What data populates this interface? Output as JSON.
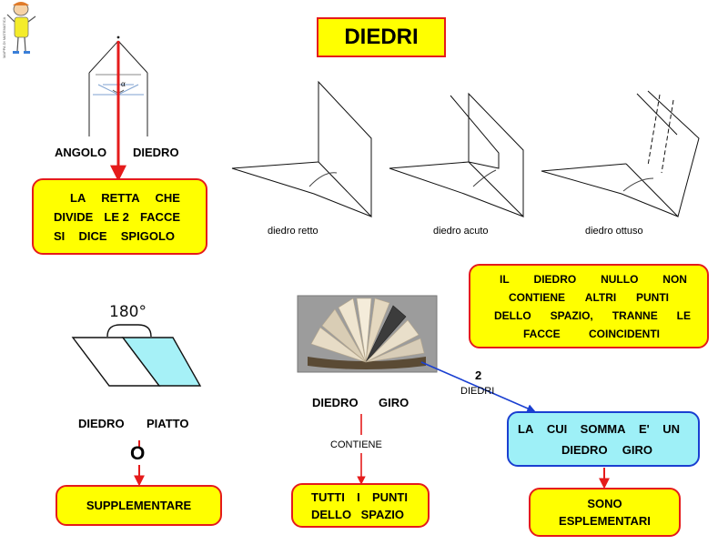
{
  "title": "DIEDRI",
  "corner_text": "MAPPA DI MATEMATICA",
  "angolo_label": {
    "left": "ANGOLO",
    "right": "DIEDRO"
  },
  "alpha_symbol": "α",
  "spigolo_box": {
    "lines": [
      [
        "LA",
        "RETTA",
        "CHE"
      ],
      [
        "DIVIDE",
        "LE 2",
        "FACCE"
      ],
      [
        "SI",
        "DICE",
        "SPIGOLO"
      ]
    ]
  },
  "captions": {
    "retto": "diedro retto",
    "acuto": "diedro acuto",
    "ottuso": "diedro ottuso"
  },
  "nullo_box": {
    "lines": [
      [
        "IL",
        "DIEDRO",
        "NULLO",
        "NON"
      ],
      [
        "CONTIENE",
        "ALTRI",
        "PUNTI"
      ],
      [
        "DELLO",
        "SPAZIO,",
        "TRANNE",
        "LE"
      ],
      [
        "FACCE",
        "COINCIDENTI"
      ]
    ]
  },
  "piatto": {
    "degrees": "180°",
    "label_left": "DIEDRO",
    "label_right": "PIATTO",
    "connector": "O"
  },
  "supplementare_box": {
    "text": "SUPPLEMENTARE"
  },
  "giro": {
    "label_left": "DIEDRO",
    "label_right": "GIRO",
    "contiene": "CONTIENE"
  },
  "tutti_box": {
    "lines": [
      [
        "TUTTI",
        "I",
        "PUNTI"
      ],
      [
        "DELLO",
        "SPAZIO"
      ]
    ]
  },
  "arrow_label": {
    "number": "2",
    "word": "DIEDRI"
  },
  "somma_box": {
    "lines": [
      [
        "LA",
        "CUI",
        "SOMMA",
        "E'",
        "UN"
      ],
      [
        "DIEDRO",
        "GIRO"
      ]
    ]
  },
  "sono_box": {
    "lines": [
      [
        "SONO"
      ],
      [
        "ESPLEMENTARI"
      ]
    ]
  },
  "colors": {
    "yellow": "#ffff00",
    "red": "#e51b1b",
    "blue": "#1a3fd1",
    "cyan": "#9ef0f7"
  }
}
